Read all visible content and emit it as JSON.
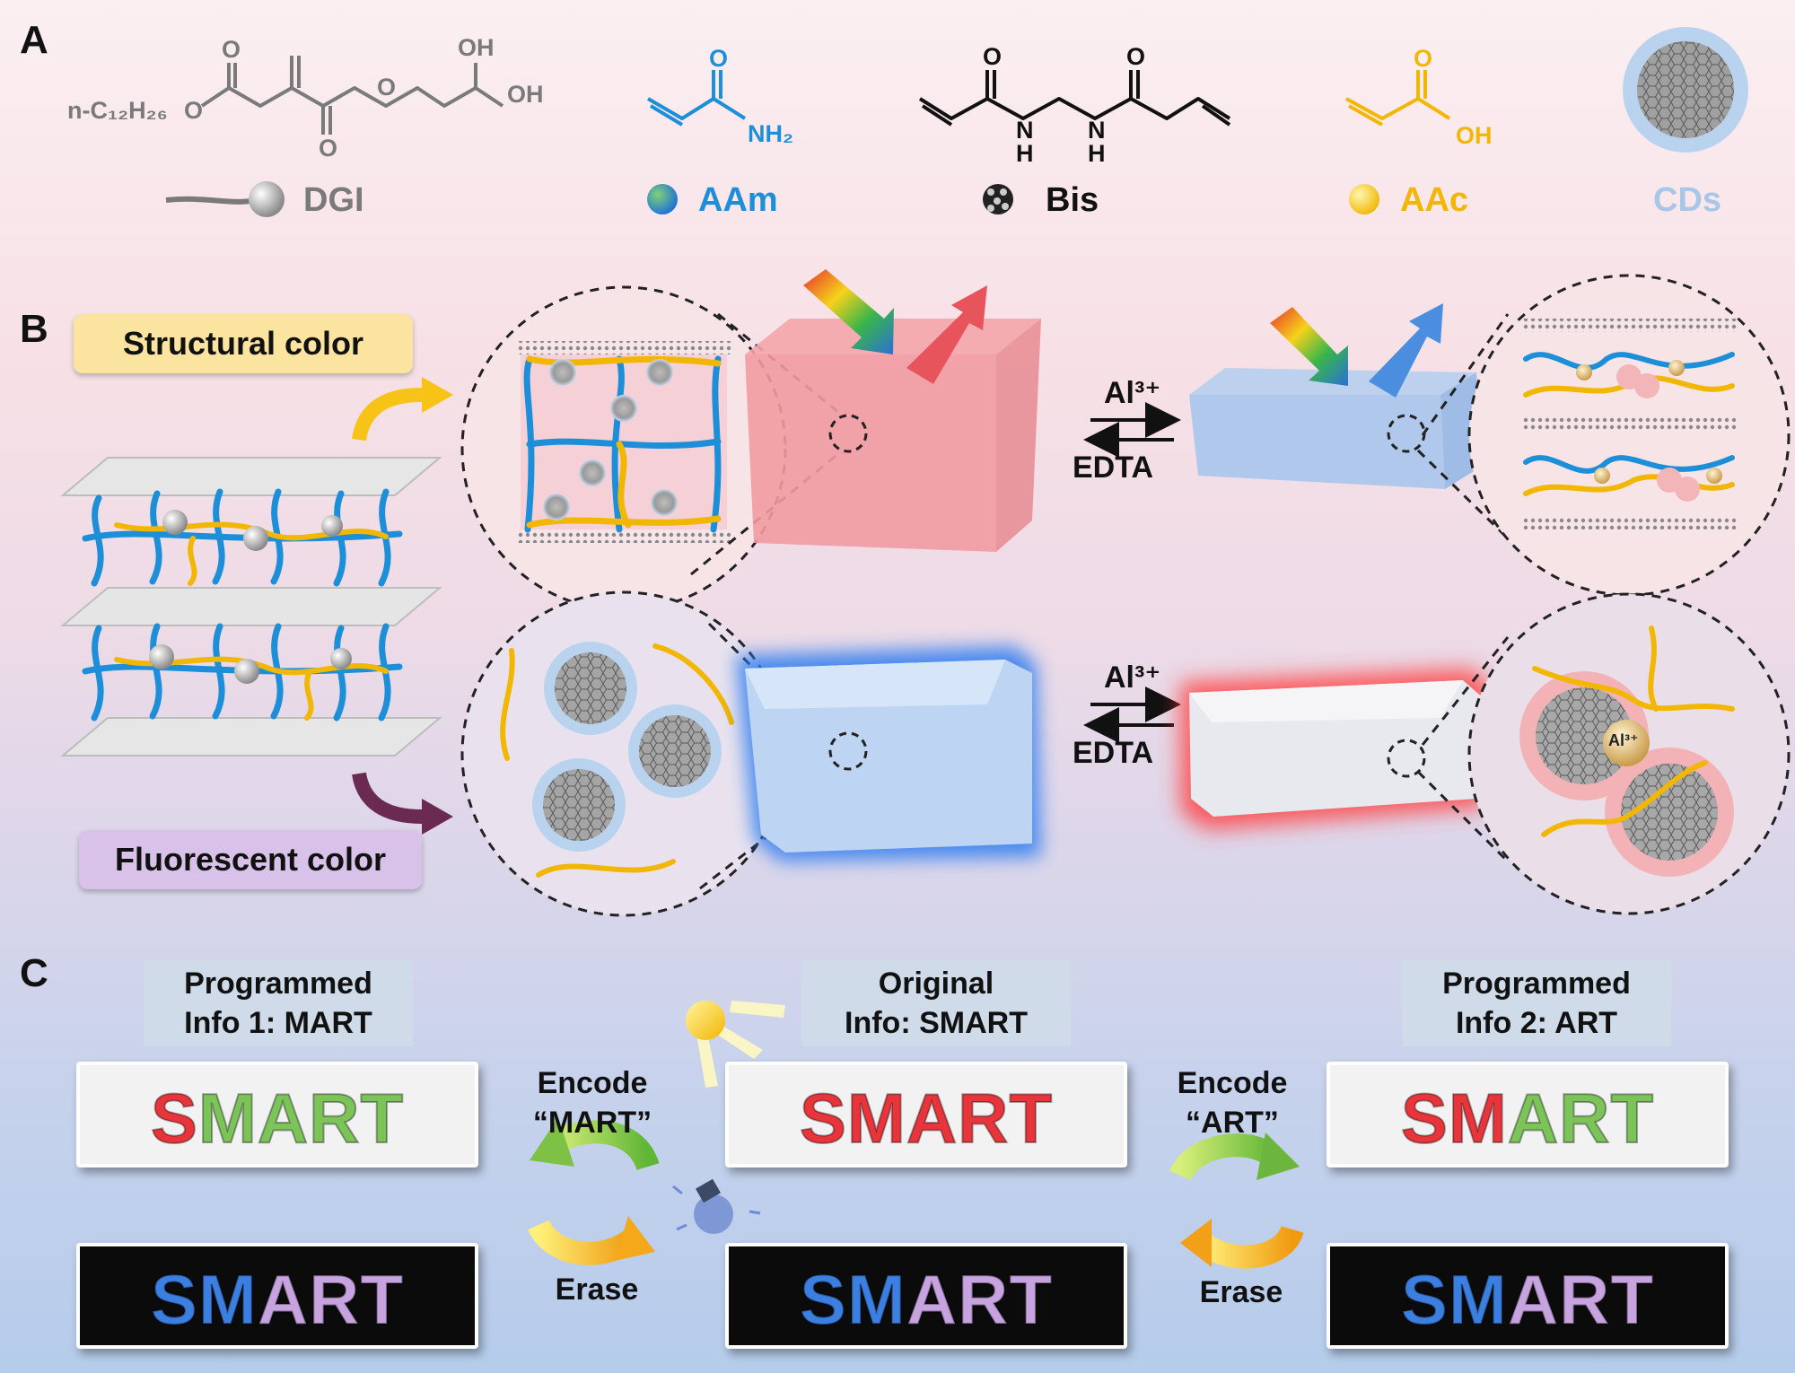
{
  "panels": {
    "a": "A",
    "b": "B",
    "c": "C"
  },
  "colors": {
    "gray": "#7a7a7a",
    "aam": "#1c8fd8",
    "aac": "#f2b705",
    "cds": "#a9c6e8",
    "red": "#e8343b",
    "green": "#7cc45a",
    "blue": "#3b7fe0",
    "lilac": "#c7a3e0",
    "structural_pill": "#fbe3a0",
    "fluorescent_pill": "#d9c2ea"
  },
  "monomers": {
    "dgi": {
      "label": "DGI",
      "chain": "n-C₁₂H₂₆",
      "o": "O",
      "oh": "OH"
    },
    "aam": {
      "label": "AAm",
      "o": "O",
      "nh2": "NH₂"
    },
    "bis": {
      "label": "Bis",
      "o": "O",
      "n": "N",
      "h": "H"
    },
    "aac": {
      "label": "AAc",
      "o": "O",
      "oh": "OH"
    },
    "cds": {
      "label": "CDs"
    }
  },
  "b": {
    "structural": "Structural color",
    "fluorescent": "Fluorescent color",
    "forward": "Al³⁺",
    "reverse": "EDTA",
    "al_label": "Al³⁺"
  },
  "c": {
    "left_title": [
      "Programmed",
      "Info 1: MART"
    ],
    "mid_title": [
      "Original",
      "Info: SMART"
    ],
    "right_title": [
      "Programmed",
      "Info 2: ART"
    ],
    "word": "SMART",
    "encode_left": [
      "Encode",
      "“MART”"
    ],
    "encode_right": [
      "Encode",
      "“ART”"
    ],
    "erase": "Erase",
    "top_letter_colors": {
      "left": [
        "red",
        "green",
        "green",
        "green",
        "green"
      ],
      "mid": [
        "red",
        "red",
        "red",
        "red",
        "red"
      ],
      "right": [
        "red",
        "red",
        "green",
        "green",
        "green"
      ]
    },
    "bottom_letter_colors": [
      "blue",
      "blue",
      "lilac",
      "lilac",
      "lilac"
    ]
  }
}
